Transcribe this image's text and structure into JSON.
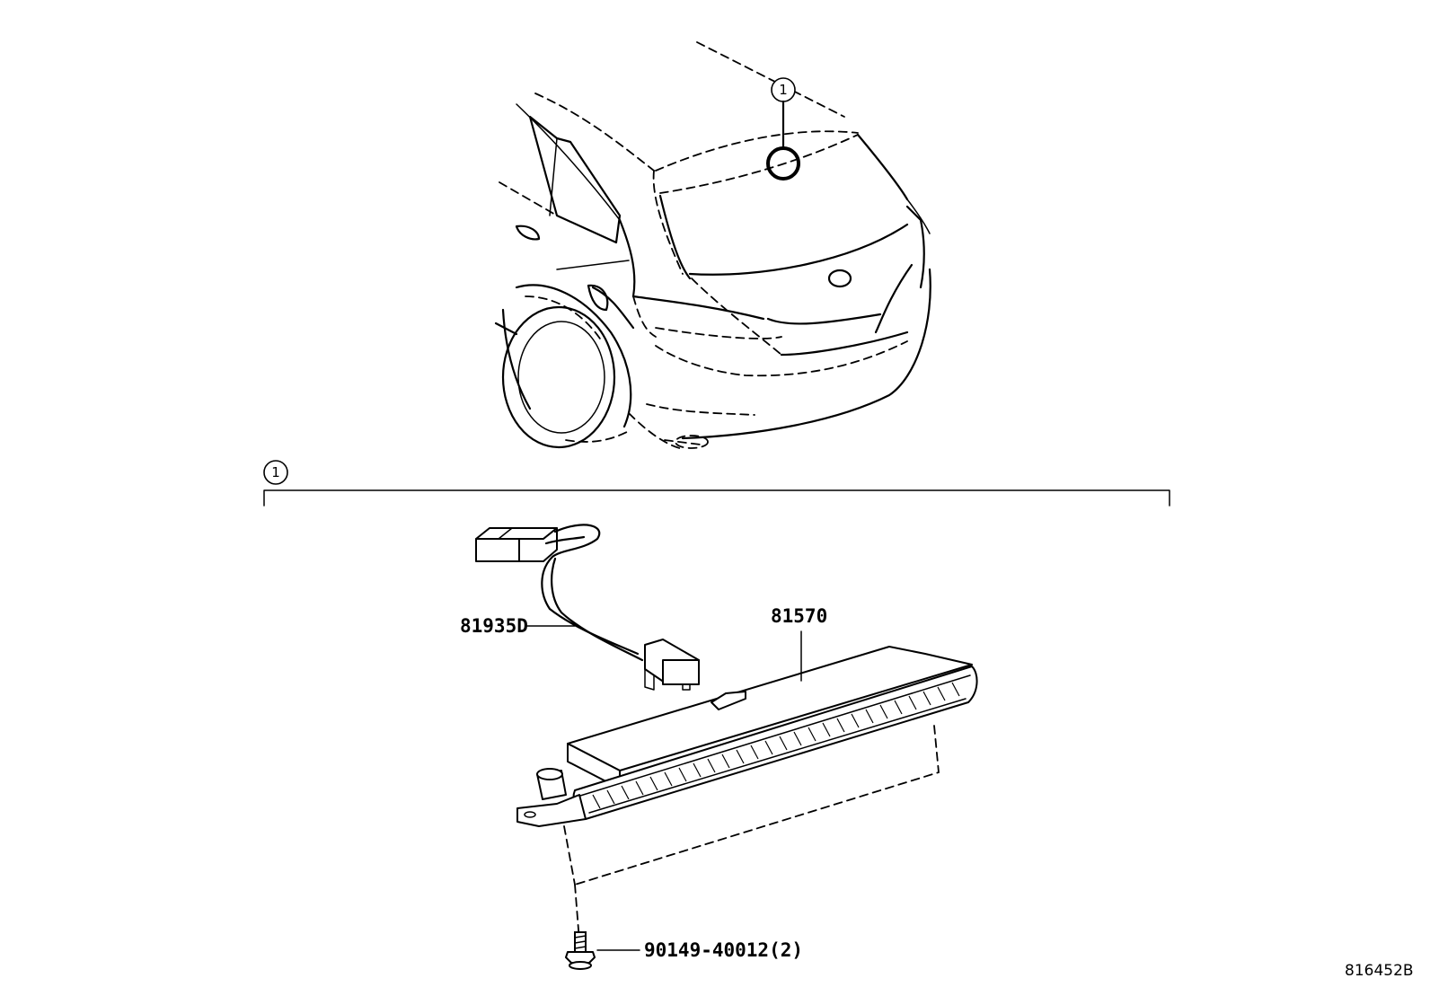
{
  "callout": {
    "symbol": "1"
  },
  "section": {
    "symbol": "1"
  },
  "parts": {
    "wire": {
      "number": "81935D"
    },
    "lamp": {
      "number": "81570"
    },
    "screw": {
      "number": "90149-40012(2)"
    }
  },
  "illustration_id": "816452B"
}
